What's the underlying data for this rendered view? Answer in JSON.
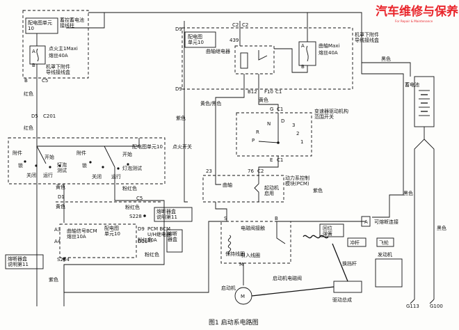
{
  "watermark": {
    "title": "汽车维修与保养",
    "subtitle": "For Repair & Maintenance"
  },
  "caption": "图1  启动系电路图",
  "underhood_box_left": {
    "power_dist_cell": "配电图单元\n10",
    "battery_junction": "蓄控蓄电池\n接线柱",
    "fuse_name": "点火主1Maxi",
    "fuse_rating": "熔丝40A",
    "box_name": "机罩下附件\n导线接线盒",
    "pin_a": "A",
    "pin_b": "B",
    "pin_c5": "C5",
    "pin_b_c5": "B"
  },
  "underhood_box_right": {
    "power_dist_cell": "配电图\n单元10",
    "relay_name": "曲轴继电器",
    "circuit_439": "439",
    "crank_fuse_name": "曲轴Maxi",
    "crank_fuse_rating": "熔丝40A",
    "box_name": "机罩下附件\n导线接线盒",
    "pin_a": "A",
    "pin_b": "B",
    "pin_c2_a": "C2",
    "pin_c2_b": "C2",
    "pin_d9_a": "D9",
    "pin_d9_b": "D9",
    "pin_b12": "B12",
    "pin_f10": "F10",
    "pin_c1": "C1"
  },
  "battery": {
    "name": "蓄电池",
    "wire": "黑色",
    "ground_label_1": "黑色",
    "ground_label_2": "黑色"
  },
  "wires": {
    "red_1": "红色",
    "red_2": "红色",
    "d5_c201": "D5",
    "c201": "C201",
    "yellow_black_1": "黄色/黑色",
    "yellow_black_2": "黄色",
    "purple_1": "紫色",
    "purple_2": "紫色",
    "purple_3": "紫色",
    "yellow_1": "黄色",
    "yellow_2": "黄色",
    "pink_red_1": "粉红色",
    "pink_red_2": "粉红色",
    "pink_red_3": "粉红色",
    "pink_red_4": "粉红色"
  },
  "ignition_switch": {
    "name": "点火开关",
    "power_ref": "配电图单元10",
    "accessory_1": "附件",
    "lock_1": "锁",
    "start_1": "开始",
    "bulb_test_1": "灯泡\n测试",
    "off_1": "关闭",
    "run_1": "运行",
    "accessory_2": "附件",
    "lock_2": "锁",
    "start_2": "开始",
    "bulb_test_2": "灯泡测试",
    "off_2": "关闭",
    "run_2": "运行"
  },
  "range_switch": {
    "name": "变速器驱动机构\n范围开关",
    "pos_r": "R",
    "pos_n": "N",
    "pos_d": "D",
    "pos_3": "3",
    "pos_2": "2",
    "pos_1": "1",
    "pos_p": "P",
    "pin_g": "G",
    "pin_c1": "C1",
    "pin_e": "E",
    "pin_c1_e": "C1"
  },
  "pcm": {
    "name": "动力系控制\n模块(PCM)",
    "crank_label": "曲轴",
    "starter_enable": "起动机\n启用",
    "pin_23": "23",
    "pin_76": "76",
    "pin_c2": "C2"
  },
  "lower_left": {
    "d1": "D1",
    "c5": "C5",
    "s228": "S228",
    "fuse_box": "熔断器盒\n说明第11",
    "fuse_label": "熔断\n器盒",
    "a3": "A3",
    "a4": "A4",
    "d9": "D9",
    "d10": "D10",
    "bcm_crank": "曲轴信号BCM\n熔丝10A",
    "bcm_power_ref": "配电图\n单元10",
    "pcm_bcm": "PCM  BCM\nU/H继电器\n10A",
    "s234": "S234",
    "fuse_box_2": "熔断器盒\n说明第11"
  },
  "starter": {
    "name": "启动机",
    "solenoid_name": "启动机电磁阀",
    "hold_coil": "保持线圈",
    "pull_coil": "引入线圈",
    "contact": "电磁阀接触",
    "return_spring": "回位\n弹簧",
    "plunger": "冲杆",
    "flywheel": "飞轮",
    "shift_lever": "换挡杆",
    "engine": "发动机",
    "drive_assembly": "驱动总成",
    "fusible_link": "可熔断连接",
    "pin_s": "S",
    "pin_b": "B",
    "pin_a": "A",
    "pin_m": "M",
    "ground_1": "G113",
    "ground_2": "G100"
  }
}
